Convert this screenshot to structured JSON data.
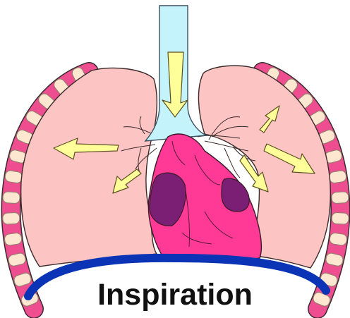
{
  "caption": "Inspiration",
  "colors": {
    "lung": "#fdc4c4",
    "trachea": "#c5f3fb",
    "heart": "#ff3a96",
    "heart_dark": "#7a1f73",
    "diaphragm": "#0a34b5",
    "rib_band": "#ee4e8f",
    "rib": "#fde7d0",
    "arrow": "#ffff9a"
  },
  "icons": [
    "airflow-arrow",
    "rib-cage",
    "diaphragm",
    "heart",
    "lung",
    "trachea"
  ]
}
